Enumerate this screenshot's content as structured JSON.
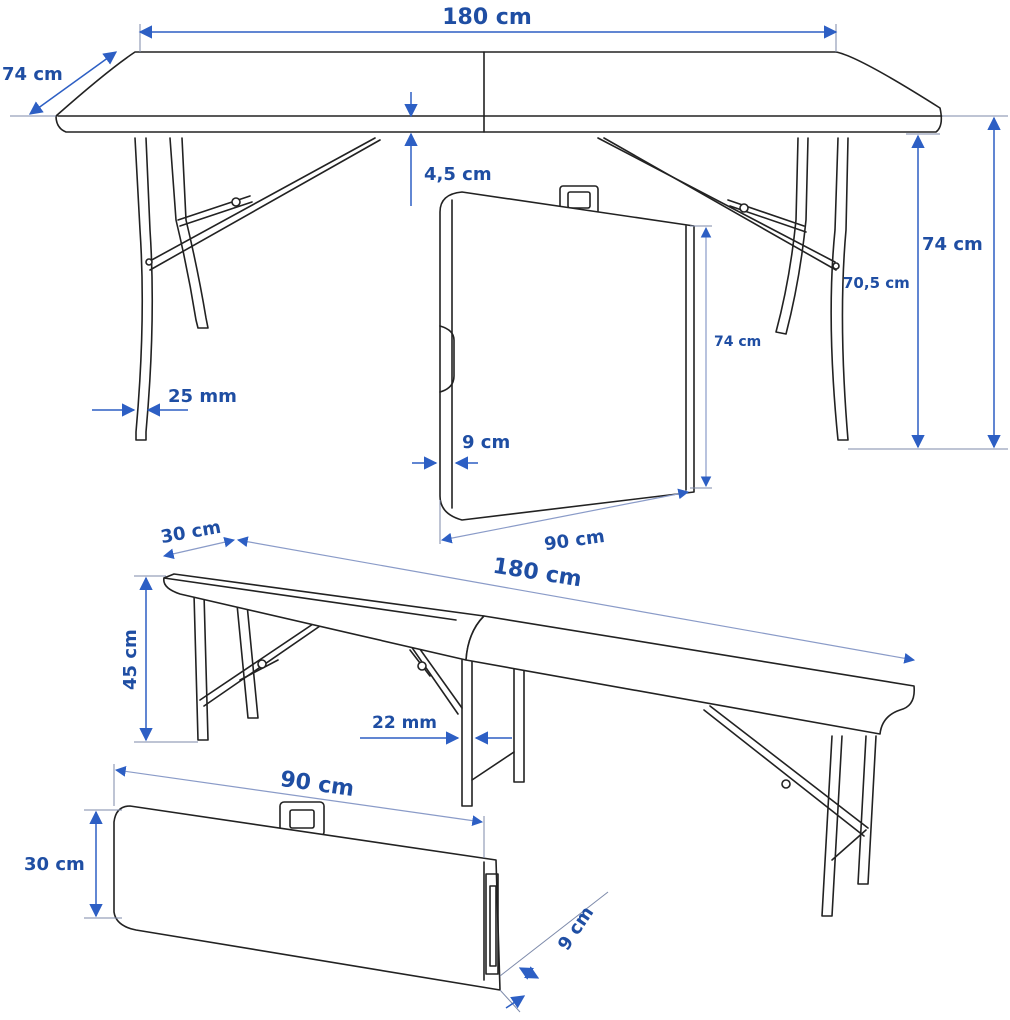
{
  "labels": {
    "table_length": "180 cm",
    "table_depth": "74 cm",
    "top_thickness": "4,5 cm",
    "leg_diameter": "25 mm",
    "table_height": "74 cm",
    "leg_height": "70,5 cm",
    "folded_table_height": "74 cm",
    "folded_table_thickness": "9 cm",
    "folded_table_width": "90 cm",
    "bench_depth": "30 cm",
    "bench_length": "180 cm",
    "bench_height": "45 cm",
    "bench_leg_diameter": "22 mm",
    "folded_bench_width": "90 cm",
    "folded_bench_height": "30 cm",
    "folded_bench_thickness": "9 cm"
  },
  "colors": {
    "dimension": "#2d5fc4",
    "label": "#1f4ea3",
    "outline": "#222222"
  }
}
